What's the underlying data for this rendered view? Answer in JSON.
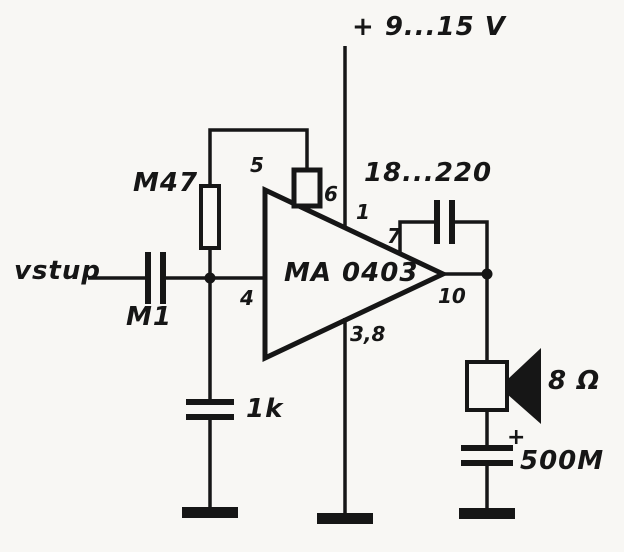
{
  "schematic": {
    "supply_label": "+ 9...15 V",
    "input_label": "vstup",
    "ic_label": "MA 0403",
    "components": {
      "feedback_resistor": "M47",
      "input_capacitor": "M1",
      "bypass_capacitor": "1k",
      "boot_capacitor": "18...220",
      "output_capacitor": "500M",
      "output_capacitor_polarity": "+",
      "speaker_impedance": "8 Ω"
    },
    "pins": {
      "pin5": "5",
      "pin6": "6",
      "pin1": "1",
      "pin7": "7",
      "pin4": "4",
      "pin10": "10",
      "pin38": "3,8"
    },
    "colors": {
      "ink": "#161616",
      "paper": "#f8f7f4"
    }
  }
}
